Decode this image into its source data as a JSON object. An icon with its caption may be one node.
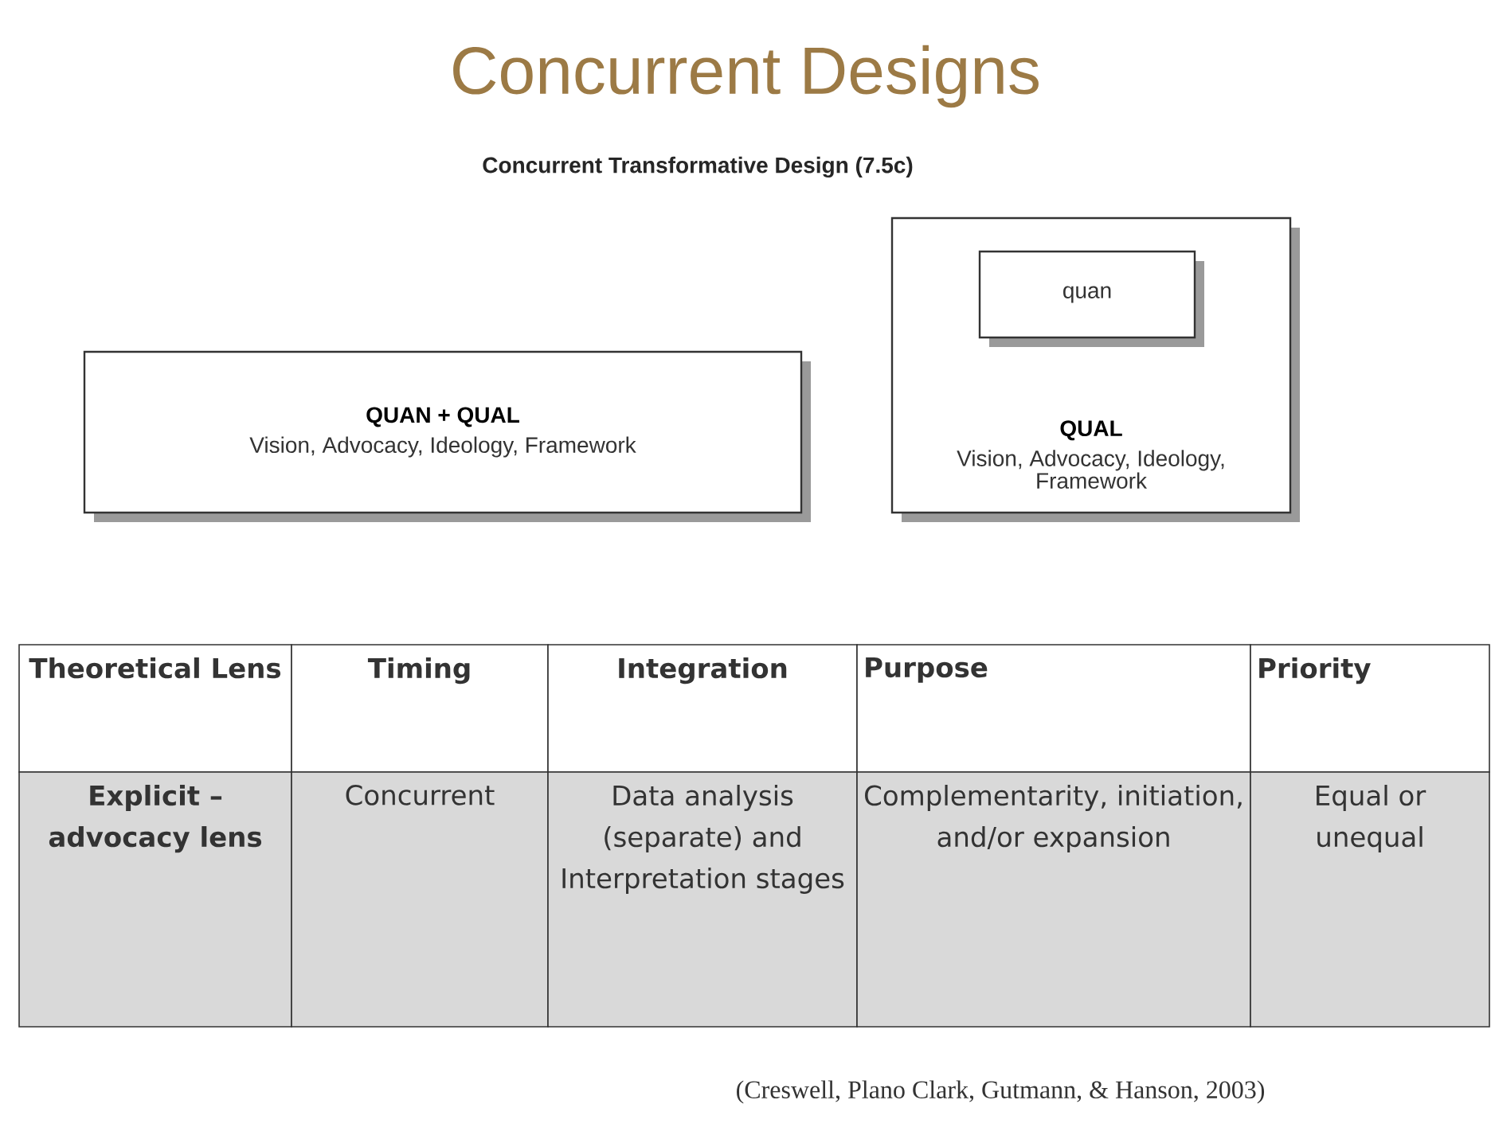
{
  "diagram": {
    "title": "Concurrent Designs",
    "nodes": [
      {
        "text": [
          "QUAN + QUAL",
          "Vision, Advocacy, Ideology, Framework"
        ]
      },
      {
        "text": [
          "QUAL",
          "Vision, Advocacy, Ideology, Framework"
        ]
      },
      {
        "text": [
          "quan"
        ],
        "in": 1
      }
    ],
    "labels": [
      "Concurrent Transformative Design (7.5c)",
      "Theoretical Lens",
      "Timing",
      "Integration",
      "Purpose",
      "Priority",
      "Explicit – advocacy lens",
      "Concurrent",
      "Data analysis (separate) and Interpretation stages",
      "Complementarity, initiation, and/or expansion",
      "Equal or unequal"
    ],
    "caption": "(Creswell, Plano Clark, Gutmann, & Hanson, 2003)"
  }
}
